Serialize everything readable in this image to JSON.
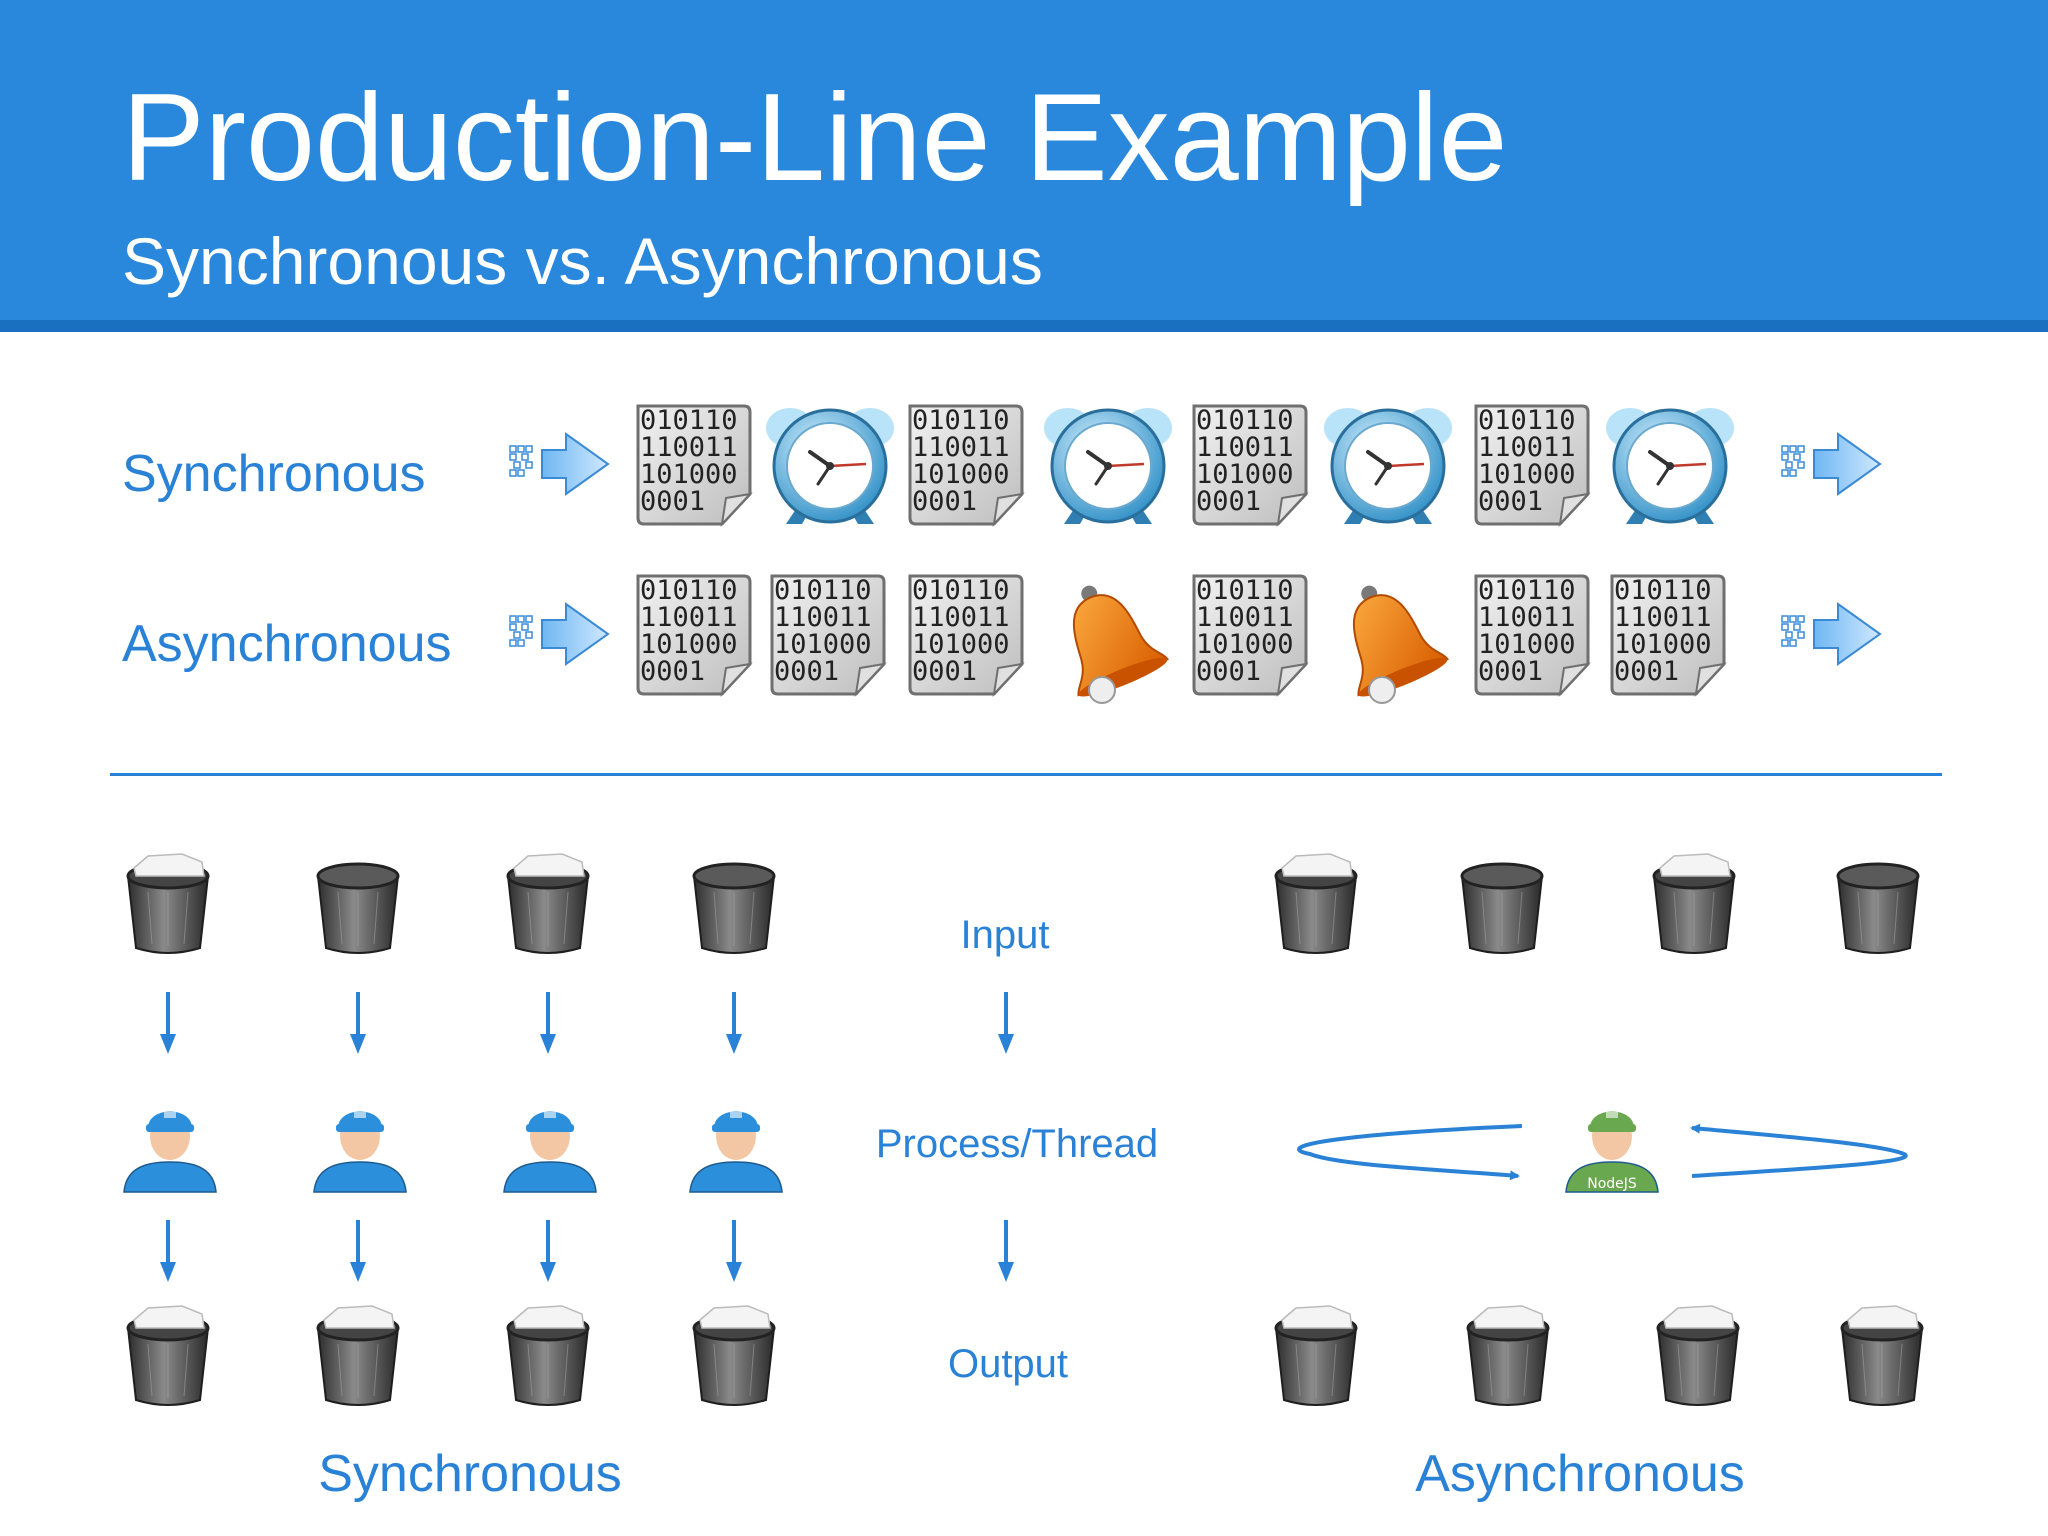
{
  "slide": {
    "title": "Production-Line Example",
    "subtitle": "Synchronous vs. Asynchronous"
  },
  "timeline": {
    "rows": [
      {
        "label": "Synchronous",
        "items": [
          "data",
          "clock",
          "data",
          "clock",
          "data",
          "clock",
          "data",
          "clock"
        ]
      },
      {
        "label": "Asynchronous",
        "items": [
          "data",
          "data",
          "data",
          "bell",
          "data",
          "bell",
          "data",
          "data"
        ]
      }
    ],
    "data_file_text": [
      "010110",
      "110011",
      "101000",
      "0001"
    ]
  },
  "production_line": {
    "stage_labels": {
      "input": "Input",
      "process": "Process/Thread",
      "output": "Output"
    },
    "synchronous": {
      "label": "Synchronous",
      "lanes": 4,
      "input_bins": [
        "full",
        "empty",
        "full",
        "empty"
      ],
      "output_bins": [
        "full",
        "full",
        "full",
        "full"
      ]
    },
    "asynchronous": {
      "label": "Asynchronous",
      "input_bins": [
        "full",
        "empty",
        "full",
        "empty"
      ],
      "output_bins": [
        "full",
        "full",
        "full",
        "full"
      ],
      "worker_badge": "NodeJS"
    }
  },
  "colors": {
    "header": "#2a88dc",
    "accent": "#2a82d6",
    "sync_worker": "#2c8fdc",
    "async_worker": "#6aa84f",
    "bell": "#f07a10"
  }
}
